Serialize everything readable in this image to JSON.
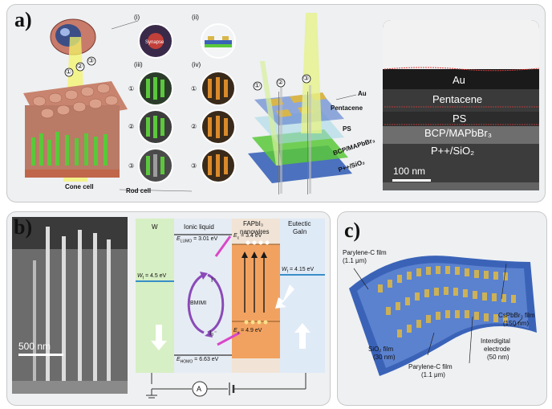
{
  "panel_a": {
    "label": "a)",
    "sub": {
      "i": "(i)",
      "ii": "(ii)",
      "iii": "(iii)",
      "iv": "(iv)",
      "synapse": "Synapse"
    },
    "circled": [
      "①",
      "②",
      "③"
    ],
    "cone_cell": "Cone cell",
    "rod_cell": "Rod cell",
    "stack_layers": [
      "Au",
      "Pentacene",
      "PS",
      "BCP/MAPbBr₃",
      "P++/SiO₂"
    ],
    "tem_layers": [
      "Au",
      "Pentacene",
      "PS",
      "BCP/MAPbBr₃",
      "P++/SiO₂"
    ],
    "scale": "100 nm"
  },
  "panel_b": {
    "label": "b)",
    "scale": "500 nm",
    "cols": [
      "W",
      "Ionic liquid",
      "FAPbI₃\nnanowires",
      "Eutectic\nGaIn"
    ],
    "col_w": "W",
    "col_il": "Ionic liquid",
    "col_fa1": "FAPbI₃",
    "col_fa2": "nanowires",
    "col_gi1": "Eutectic",
    "col_gi2": "GaIn",
    "e_lumo": "E_LUMO = 3.01 eV",
    "e_lumo_sym": "E",
    "e_lumo_sub": "LUMO",
    "e_lumo_val": " = 3.01 eV",
    "e_c": " = 3.4 eV",
    "e_v": " = 4.9 eV",
    "e_homo_sub": "HOMO",
    "e_homo_val": " = 6.63 eV",
    "wf_w": " = 4.5 eV",
    "wf_gi": " = 4.15 eV",
    "bmimi": "BMIMI",
    "i_minus": "I⁻",
    "i3_minus": "I₃⁻",
    "ammeter": "A"
  },
  "panel_c": {
    "label": "c)",
    "callouts": [
      {
        "line1": "Parylene-C film",
        "line2": "(1.1 μm)"
      },
      {
        "line1": "CsPbBr₃ film",
        "line2": "(150 nm)"
      },
      {
        "line1": "SiO₂ film",
        "line2": "(30 nm)"
      },
      {
        "line1": "Interdigital",
        "line2": "electrode",
        "line3": "(50 nm)"
      },
      {
        "line1": "Parylene-C film",
        "line2": "(1.1 μm)"
      }
    ]
  },
  "colors": {
    "panel_bg": "#eef0f2",
    "perovskite_green": "#5ac83a",
    "device_blue": "#3a63b8",
    "nanowire_orange": "#f08a3c",
    "electrode_gold": "#d9b64a"
  }
}
